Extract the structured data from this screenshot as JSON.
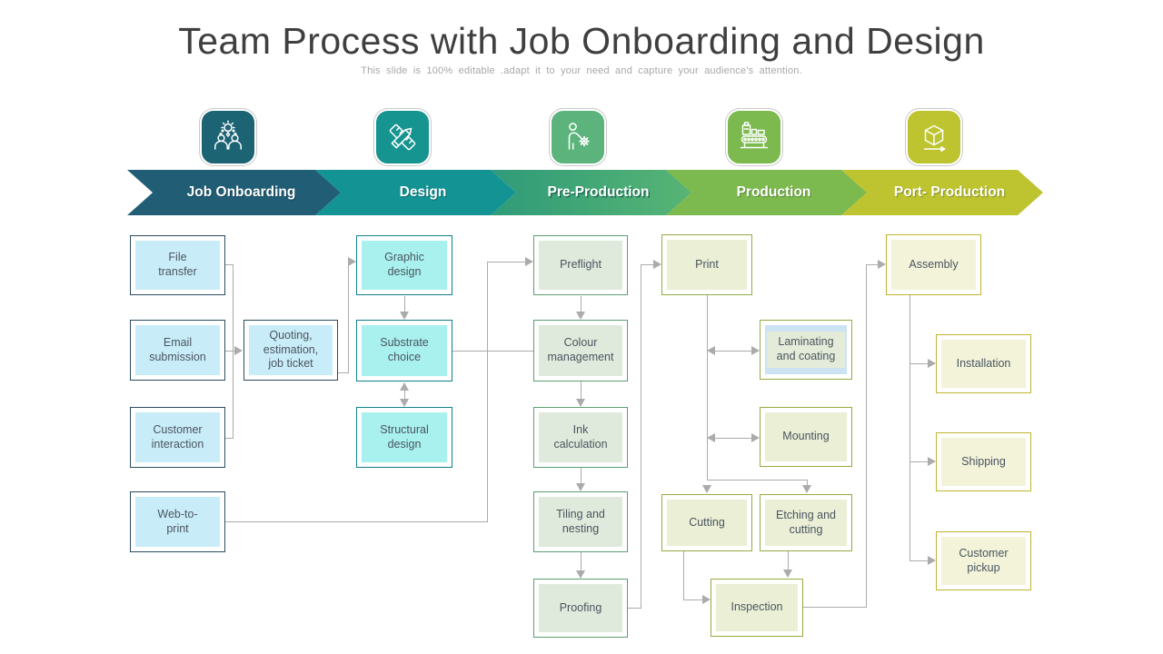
{
  "title": "Team Process with Job Onboarding and Design",
  "subtitle": "This slide is 100% editable .adapt it to your need and capture your audience's attention.",
  "phases": [
    {
      "label": "Job Onboarding",
      "color": "#215E76",
      "icon": "teamwork-idea-icon"
    },
    {
      "label": "Design",
      "color": "#139394",
      "icon": "ruler-pencil-icon"
    },
    {
      "label": "Pre-Production",
      "color": "#4BAA78",
      "icon": "operator-gear-icon"
    },
    {
      "label": "Production",
      "color": "#7CB94E",
      "icon": "assembly-line-icon"
    },
    {
      "label": "Port- Production",
      "color": "#BDC42F",
      "icon": "package-delivery-icon"
    }
  ],
  "nodes": {
    "file_transfer": {
      "label": "File\ntransfer"
    },
    "email_submission": {
      "label": "Email\nsubmission"
    },
    "quoting": {
      "label": "Quoting,\nestimation,\njob ticket"
    },
    "customer_interaction": {
      "label": "Customer\ninteraction"
    },
    "web_to_print": {
      "label": "Web-to-\nprint"
    },
    "graphic_design": {
      "label": "Graphic\ndesign"
    },
    "substrate_choice": {
      "label": "Substrate\nchoice"
    },
    "structural_design": {
      "label": "Structural\ndesign"
    },
    "preflight": {
      "label": "Preflight"
    },
    "colour_management": {
      "label": "Colour\nmanagement"
    },
    "ink_calculation": {
      "label": "Ink\ncalculation"
    },
    "tiling_nesting": {
      "label": "Tiling and\nnesting"
    },
    "proofing": {
      "label": "Proofing"
    },
    "print": {
      "label": "Print"
    },
    "laminating": {
      "label": "Laminating\nand coating"
    },
    "mounting": {
      "label": "Mounting"
    },
    "cutting": {
      "label": "Cutting"
    },
    "etching_cutting": {
      "label": "Etching and\ncutting"
    },
    "inspection": {
      "label": "Inspection"
    },
    "assembly": {
      "label": "Assembly"
    },
    "installation": {
      "label": "Installation"
    },
    "shipping": {
      "label": "Shipping"
    },
    "customer_pickup": {
      "label": "Customer\npickup"
    }
  },
  "styles": {
    "connector_color": "#ABABAB",
    "laminating_highlight": "#CBE3F3",
    "columns": {
      "job_onboarding": {
        "border": "#2B4C60",
        "fill": "#C9EDF8"
      },
      "design": {
        "border": "#117F89",
        "fill": "#A9F1EE"
      },
      "pre_production": {
        "border": "#5B9E6F",
        "fill": "#E0EADC"
      },
      "production": {
        "border": "#93AC41",
        "fill": "#EBEFD6"
      },
      "port_production": {
        "border": "#BFB42F",
        "fill": "#F2F3D9"
      }
    }
  }
}
